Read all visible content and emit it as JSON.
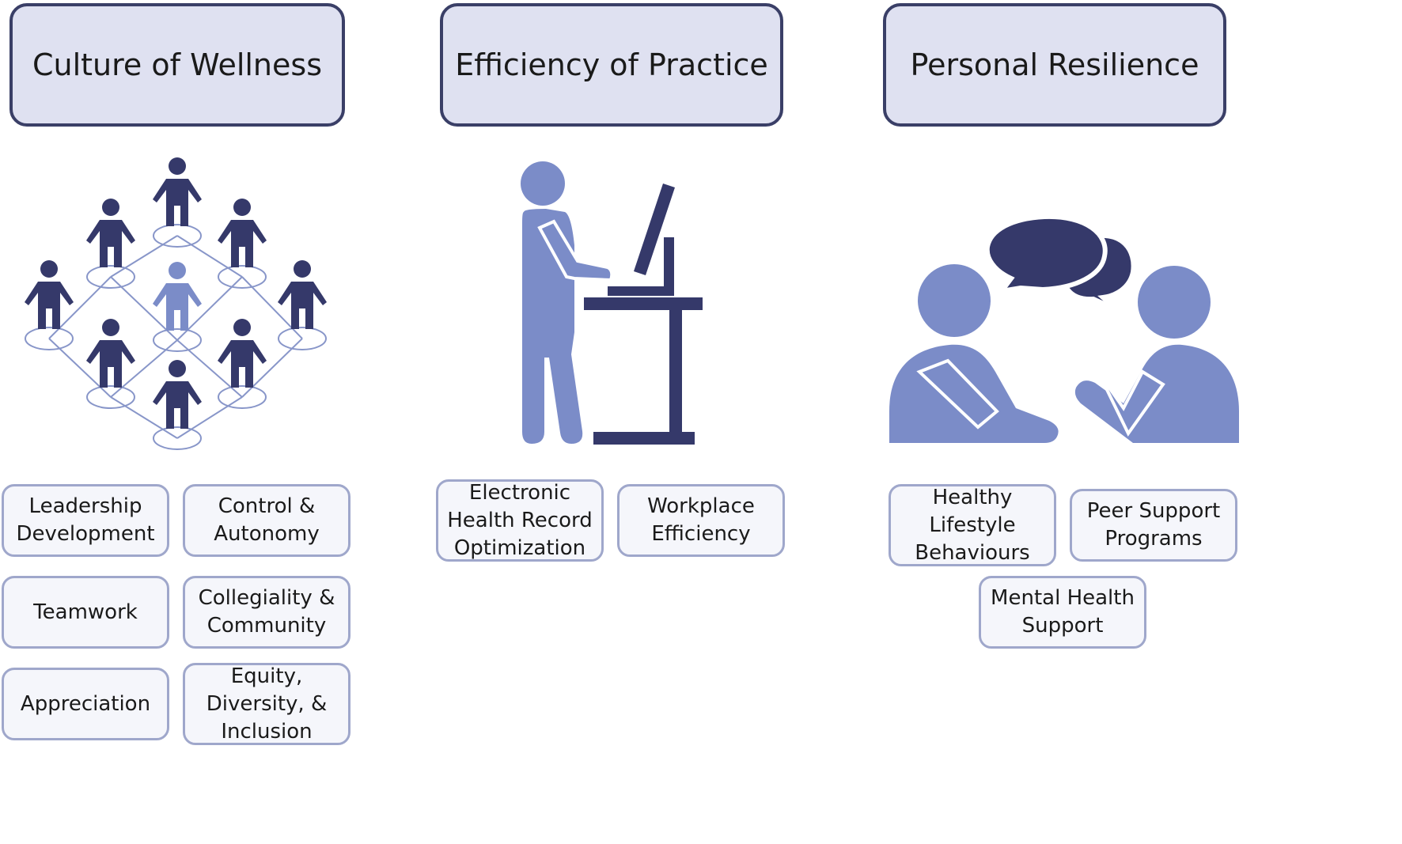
{
  "pillars": [
    {
      "title": "Culture of Wellness",
      "icon": "people-network-icon",
      "items": [
        "Leadership\nDevelopment",
        "Control &\nAutonomy",
        "Teamwork",
        "Collegiality &\nCommunity",
        "Appreciation",
        "Equity,\nDiversity, &\nInclusion"
      ]
    },
    {
      "title": "Efficiency of Practice",
      "icon": "standing-desk-workstation-icon",
      "items": [
        "Electronic\nHealth Record\nOptimization",
        "Workplace\nEfficiency"
      ]
    },
    {
      "title": "Personal Resilience",
      "icon": "two-people-conversation-icon",
      "items": [
        "Healthy\nLifestyle\nBehaviours",
        "Peer Support\nPrograms",
        "Mental Health\nSupport"
      ]
    }
  ],
  "colors": {
    "header_fill": "#dfe1f1",
    "header_border": "#3a3f67",
    "box_fill": "#f5f6fb",
    "box_border": "#9fa7cb",
    "icon_dark": "#35396a",
    "icon_light": "#7b8cc8"
  }
}
